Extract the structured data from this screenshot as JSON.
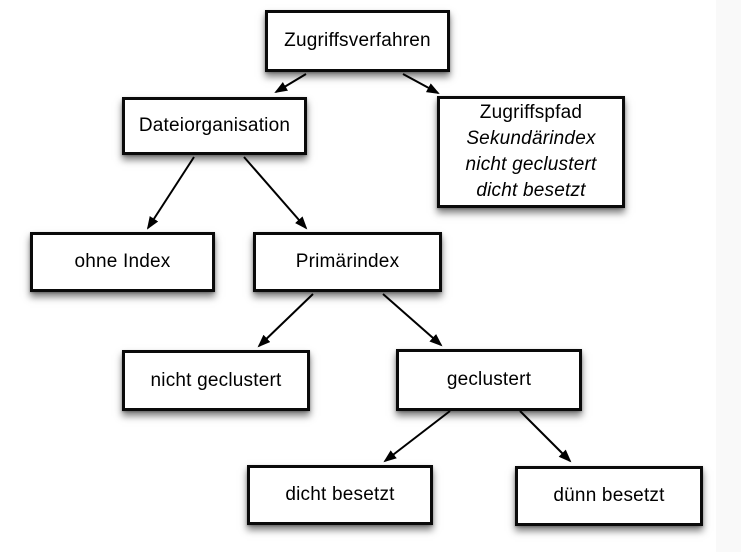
{
  "diagram": {
    "title_node": "Zugriffsverfahren",
    "language": "de",
    "colors": {
      "box_background": "#ffffff",
      "box_border": "#0a0a0a",
      "text": "#000000",
      "arrow": "#000000",
      "page_background": "#ffffff",
      "right_margin_strip": "#f9f9f9"
    },
    "nodes": {
      "zugriffsverfahren": {
        "label": "Zugriffsverfahren"
      },
      "dateiorganisation": {
        "label": "Dateiorganisation"
      },
      "zugriffspfad": {
        "line1": "Zugriffspfad",
        "line2": "Sekundärindex",
        "line3": "nicht geclustert",
        "line4": "dicht besetzt",
        "line1_style": "normal",
        "line2_style": "italic",
        "line3_style": "italic",
        "line4_style": "italic"
      },
      "ohne_index": {
        "label": "ohne Index"
      },
      "primaerindex": {
        "label": "Primärindex"
      },
      "nicht_geclustert": {
        "label": "nicht geclustert"
      },
      "geclustert": {
        "label": "geclustert"
      },
      "dicht_besetzt": {
        "label": "dicht besetzt"
      },
      "duenn_besetzt": {
        "label": "dünn besetzt"
      }
    },
    "edges": [
      {
        "from": "zugriffsverfahren",
        "to": "dateiorganisation"
      },
      {
        "from": "zugriffsverfahren",
        "to": "zugriffspfad"
      },
      {
        "from": "dateiorganisation",
        "to": "ohne_index"
      },
      {
        "from": "dateiorganisation",
        "to": "primaerindex"
      },
      {
        "from": "primaerindex",
        "to": "nicht_geclustert"
      },
      {
        "from": "primaerindex",
        "to": "geclustert"
      },
      {
        "from": "geclustert",
        "to": "dicht_besetzt"
      },
      {
        "from": "geclustert",
        "to": "duenn_besetzt"
      }
    ]
  }
}
